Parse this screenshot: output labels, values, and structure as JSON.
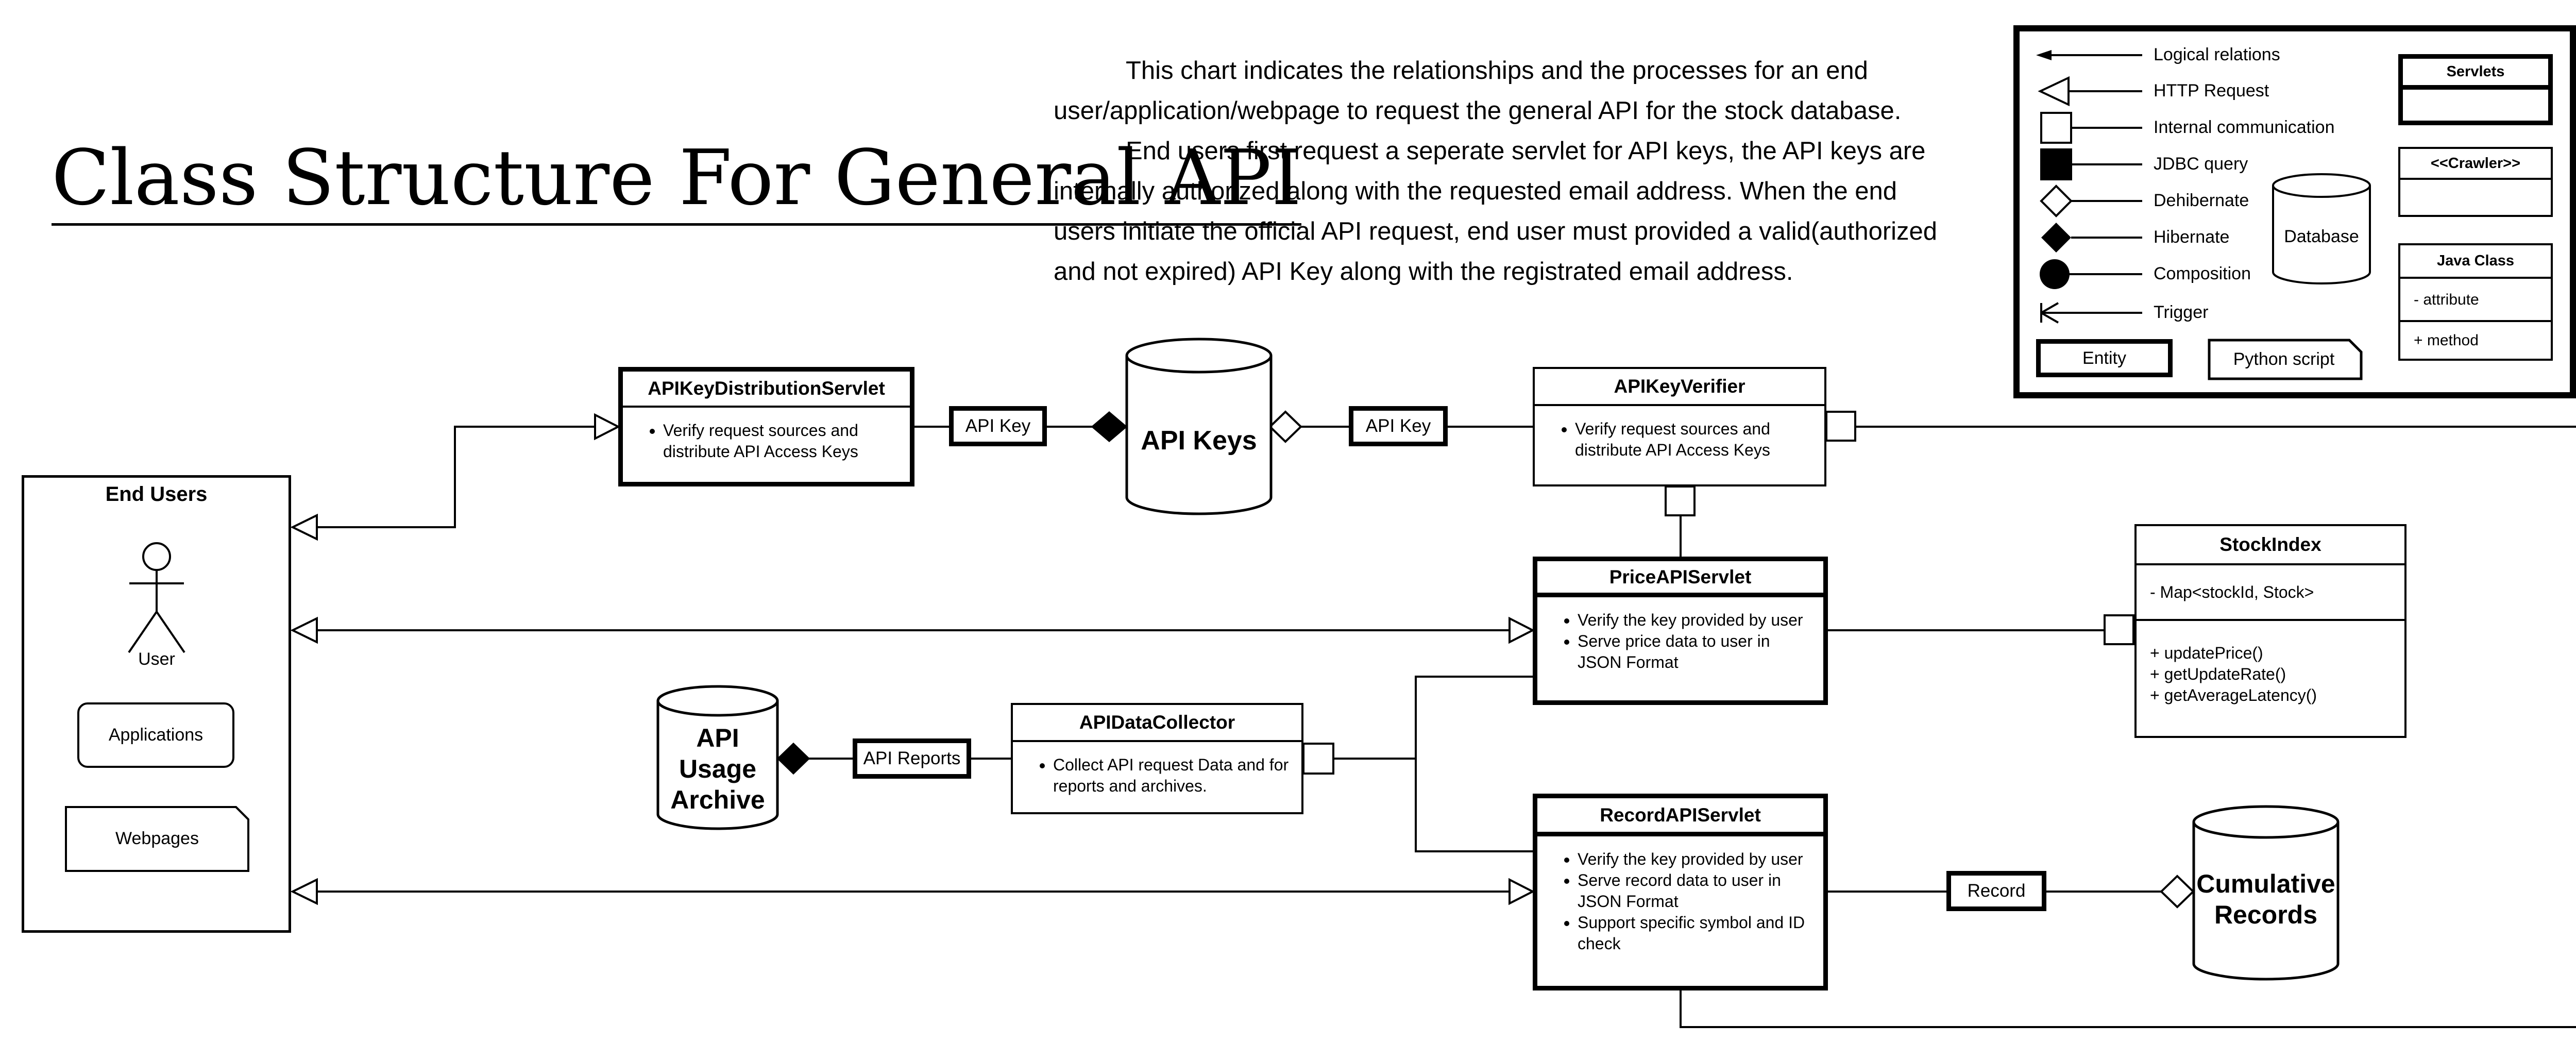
{
  "title": "Class Structure For General API",
  "description": {
    "paragraph1": "This chart indicates the relationships and the processes for an end user/application/webpage to request the general API for the stock database.",
    "paragraph2": "End users first request a seperate servlet for API keys, the API keys are internally authorized along with the requested email address. When the end users initiate the official API request, end user must provided a valid(authorized and not expired) API Key along with the registrated email address."
  },
  "legend": {
    "items": [
      {
        "label": "Logical relations",
        "symbol": "filled-arrow"
      },
      {
        "label": "HTTP Request",
        "symbol": "hollow-triangle"
      },
      {
        "label": "Internal communication",
        "symbol": "hollow-square"
      },
      {
        "label": "JDBC query",
        "symbol": "filled-square"
      },
      {
        "label": "Dehibernate",
        "symbol": "hollow-diamond"
      },
      {
        "label": "Hibernate",
        "symbol": "filled-diamond"
      },
      {
        "label": "Composition",
        "symbol": "filled-circle"
      },
      {
        "label": "Trigger",
        "symbol": "crows-foot"
      }
    ],
    "database_label": "Database",
    "entity_label": "Entity",
    "python_label": "Python script",
    "servlets_label": "Servlets",
    "crawler_label": "<<Crawler>>",
    "java_class": {
      "name": "Java Class",
      "attribute": "- attribute",
      "method": "+ method"
    }
  },
  "end_users": {
    "title": "End Users",
    "user_label": "User",
    "applications_label": "Applications",
    "webpages_label": "Webpages"
  },
  "classes": {
    "key_distribution": {
      "name": "APIKeyDistributionServlet",
      "bullets": [
        "Verify request sources and distribute API Access Keys"
      ]
    },
    "key_verifier": {
      "name": "APIKeyVerifier",
      "bullets": [
        "Verify request sources and distribute API Access Keys"
      ]
    },
    "price_servlet": {
      "name": "PriceAPIServlet",
      "bullets": [
        "Verify the key provided by user",
        "Serve price data to user in JSON Format"
      ]
    },
    "record_servlet": {
      "name": "RecordAPIServlet",
      "bullets": [
        "Verify the key provided by user",
        "Serve record data to user in JSON Format",
        "Support specific symbol and ID check"
      ]
    },
    "data_collector": {
      "name": "APIDataCollector",
      "bullets": [
        "Collect API request Data and for reports and archives."
      ]
    },
    "stock_index": {
      "name": "StockIndex",
      "attributes": [
        "- Map<stockId, Stock>"
      ],
      "methods": [
        "+ updatePrice()",
        "+ getUpdateRate()",
        "+ getAverageLatency()"
      ]
    }
  },
  "databases": {
    "api_keys": "API Keys",
    "usage_archive": "API Usage Archive",
    "cumulative_records": "Cumulative Records"
  },
  "connector_labels": {
    "api_key_left": "API Key",
    "api_key_right": "API Key",
    "api_reports": "API Reports",
    "record": "Record"
  }
}
